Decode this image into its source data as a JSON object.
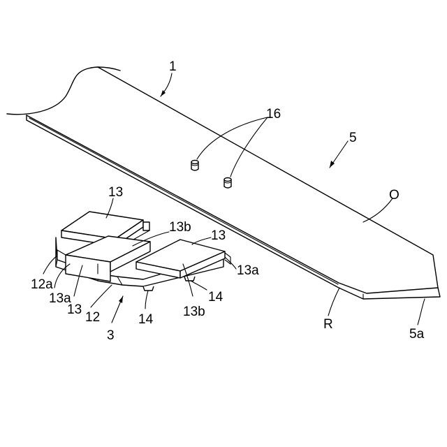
{
  "labels": {
    "l1": "1",
    "l16": "16",
    "l5": "5",
    "lO": "O",
    "lR": "R",
    "l5a": "5a",
    "l13_top": "13",
    "l13b_top": "13b",
    "l13_right": "13",
    "l13a_right": "13a",
    "l12a": "12a",
    "l13a_left": "13a",
    "l13_left": "13",
    "l12": "12",
    "l3": "3",
    "l14_left": "14",
    "l13b_bottom": "13b",
    "l14_right": "14"
  }
}
